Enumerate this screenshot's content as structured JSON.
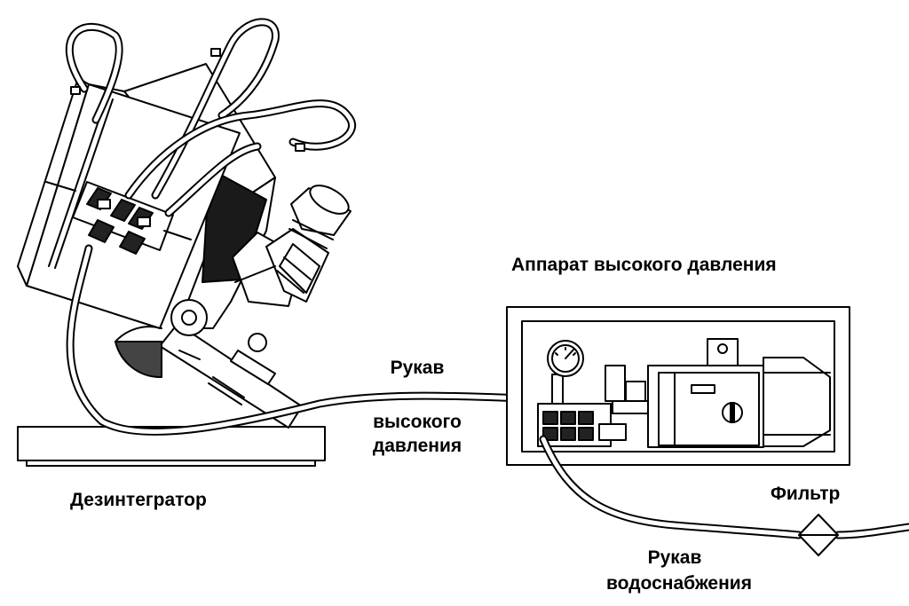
{
  "labels": {
    "disintegrator": "Дезинтегратор",
    "hp_apparatus": "Аппарат высокого давления",
    "hp_hose_line1": "Рукав",
    "hp_hose_line2": "высокого",
    "hp_hose_line3": "давления",
    "filter": "Фильтр",
    "water_hose_line1": "Рукав",
    "water_hose_line2": "водоснабжения"
  },
  "colors": {
    "ink": "#000000",
    "paper": "#ffffff"
  }
}
